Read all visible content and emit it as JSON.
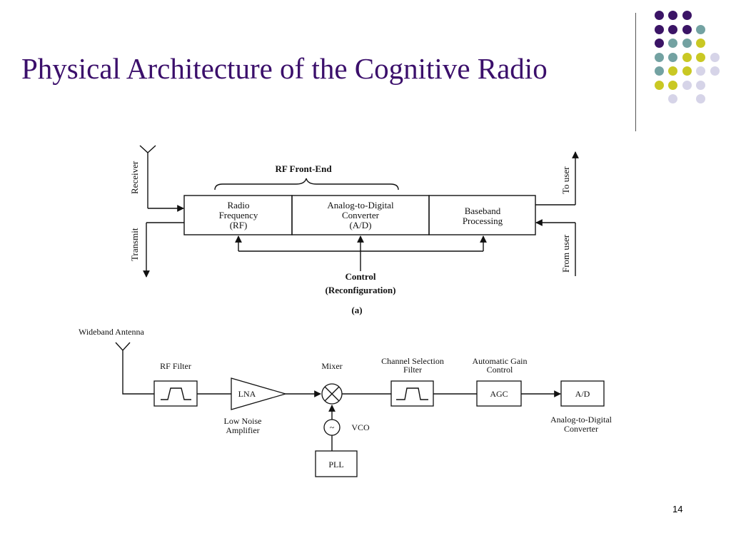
{
  "slide": {
    "title": "Physical Architecture of the Cognitive Radio",
    "page_number": "14",
    "palette": {
      "title_color": "#3b0f6b",
      "dot_purple": "#3b1466",
      "dot_teal": "#73a2a2",
      "dot_yellow": "#c9c824",
      "dot_lavender": "#d6d4e8"
    }
  },
  "diagram_a": {
    "receiver": "Receiver",
    "transmit": "Transmit",
    "rf_front_end": "RF Front-End",
    "block_rf": [
      "Radio",
      "Frequency",
      "(RF)"
    ],
    "block_adc": [
      "Analog-to-Digital",
      "Converter",
      "(A/D)"
    ],
    "block_baseband": [
      "Baseband",
      "Processing"
    ],
    "to_user": "To user",
    "from_user": "From user",
    "control": "Control",
    "reconfiguration": "(Reconfiguration)",
    "caption": "(a)"
  },
  "diagram_b": {
    "wideband_antenna": "Wideband Antenna",
    "rf_filter": "RF Filter",
    "lna": "LNA",
    "low_noise": "Low Noise",
    "amplifier": "Amplifier",
    "mixer": "Mixer",
    "vco_symbol": "~",
    "vco": "VCO",
    "pll": "PLL",
    "channel_selection": "Channel Selection",
    "filter": "Filter",
    "automatic_gain": "Automatic Gain",
    "control": "Control",
    "agc": "AGC",
    "ad": "A/D",
    "analog_to_digital": "Analog-to-Digital",
    "converter": "Converter"
  }
}
